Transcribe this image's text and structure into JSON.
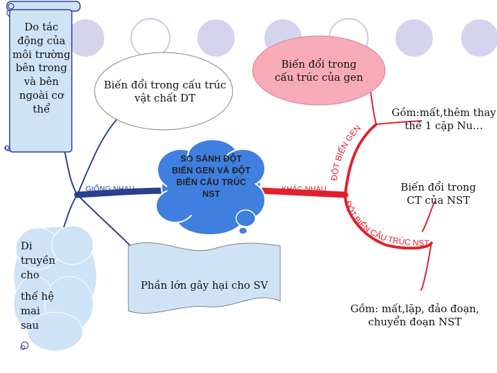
{
  "center": {
    "text": "SO SÁNH ĐỘT BIẾN GEN VÀ ĐỘT BIẾN CẤU TRÚC NST"
  },
  "branches": {
    "left_label": "GIỐNG NHAU",
    "right_label": "KHÁC NHAU",
    "upper_right_label": "ĐỘT BIẾN GEN",
    "lower_right_label": "ĐỘT BIẾN CẤU TRÚC NST"
  },
  "nodes": {
    "scroll_cause": "Do tác động của môi trường bên trong và bên ngoài cơ thể",
    "left_oval": "Biến đổi trong cấu trúc vật chất DT",
    "inherit_cloud": [
      "Di",
      "truyền",
      "cho",
      "thế hệ",
      "mai",
      "sau"
    ],
    "harmful_banner": "Phần lớn gây hại cho SV",
    "gene_oval": "Biến đổi trong cấu trúc của gen",
    "gene_detail": "Gồm:mất,thêm thay thế 1 cặp Nu…",
    "nst_change": "Biến đổi trong CT của NST",
    "nst_detail": "Gồm: mất,lặp, đảo đoạn, chuyển đoạn NST"
  },
  "colors": {
    "left_branch": "#2b3f8f",
    "right_branch": "#e0202a",
    "cloud": "#3f7fe0",
    "pink": "#f7aab8",
    "card": "#cfe3f6",
    "deco_circle": "#d0d0ee"
  }
}
